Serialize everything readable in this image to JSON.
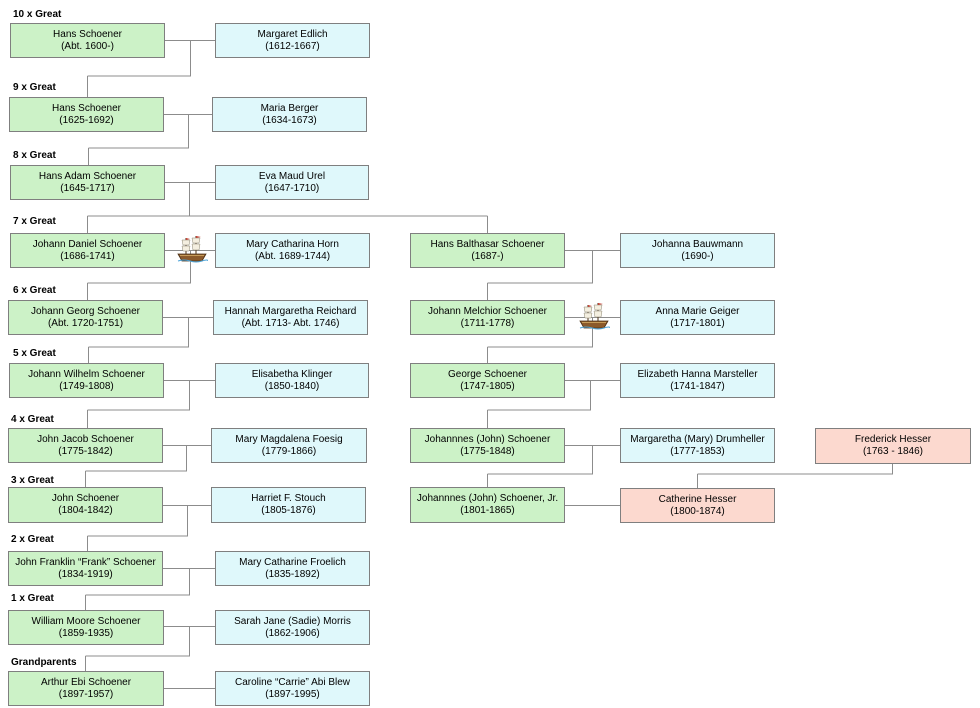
{
  "generations": [
    "10 x Great",
    "9 x Great",
    "8 x Great",
    "7 x Great",
    "6 x Great",
    "5 x Great",
    "4 x Great",
    "3 x Great",
    "2 x Great",
    "1 x Great",
    "Grandparents"
  ],
  "people": {
    "p10a": {
      "name": "Hans Schoener",
      "dates": "(Abt. 1600-)"
    },
    "p10b": {
      "name": "Margaret Edlich",
      "dates": "(1612-1667)"
    },
    "p9a": {
      "name": "Hans Schoener",
      "dates": "(1625-1692)"
    },
    "p9b": {
      "name": "Maria Berger",
      "dates": "(1634-1673)"
    },
    "p8a": {
      "name": "Hans Adam Schoener",
      "dates": "(1645-1717)"
    },
    "p8b": {
      "name": "Eva Maud Urel",
      "dates": "(1647-1710)"
    },
    "p7a": {
      "name": "Johann Daniel Schoener",
      "dates": "(1686-1741)"
    },
    "p7b": {
      "name": "Mary Catharina Horn",
      "dates": "(Abt. 1689-1744)"
    },
    "p7c": {
      "name": "Hans Balthasar Schoener",
      "dates": "(1687-)"
    },
    "p7d": {
      "name": "Johanna Bauwmann",
      "dates": "(1690-)"
    },
    "p6a": {
      "name": "Johann Georg Schoener",
      "dates": "(Abt. 1720-1751)"
    },
    "p6b": {
      "name": "Hannah Margaretha Reichard",
      "dates": "(Abt. 1713- Abt. 1746)"
    },
    "p6c": {
      "name": "Johann Melchior Schoener",
      "dates": "(1711-1778)"
    },
    "p6d": {
      "name": "Anna Marie Geiger",
      "dates": "(1717-1801)"
    },
    "p5a": {
      "name": "Johann Wilhelm Schoener",
      "dates": "(1749-1808)"
    },
    "p5b": {
      "name": "Elisabetha Klinger",
      "dates": "(1850-1840)"
    },
    "p5c": {
      "name": "George Schoener",
      "dates": "(1747-1805)"
    },
    "p5d": {
      "name": "Elizabeth Hanna Marsteller",
      "dates": "(1741-1847)"
    },
    "p4a": {
      "name": "John Jacob Schoener",
      "dates": "(1775-1842)"
    },
    "p4b": {
      "name": "Mary Magdalena Foesig",
      "dates": "(1779-1866)"
    },
    "p4c": {
      "name": "Johannnes (John) Schoener",
      "dates": "(1775-1848)"
    },
    "p4d": {
      "name": "Margaretha (Mary) Drumheller",
      "dates": "(1777-1853)"
    },
    "p4e": {
      "name": "Frederick Hesser",
      "dates": "(1763 - 1846)"
    },
    "p3a": {
      "name": "John Schoener",
      "dates": "(1804-1842)"
    },
    "p3b": {
      "name": "Harriet F. Stouch",
      "dates": "(1805-1876)"
    },
    "p3c": {
      "name": "Johannnes (John) Schoener, Jr.",
      "dates": "(1801-1865)"
    },
    "p3d": {
      "name": "Catherine Hesser",
      "dates": "(1800-1874)"
    },
    "p2a": {
      "name": "John Franklin “Frank” Schoener",
      "dates": "(1834-1919)"
    },
    "p2b": {
      "name": "Mary Catharine Froelich",
      "dates": "(1835-1892)"
    },
    "p1a": {
      "name": "William Moore Schoener",
      "dates": "(1859-1935)"
    },
    "p1b": {
      "name": "Sarah Jane (Sadie) Morris",
      "dates": "(1862-1906)"
    },
    "p0a": {
      "name": "Arthur Ebi Schoener",
      "dates": "(1897-1957)"
    },
    "p0b": {
      "name": "Caroline “Carrie” Abi Blew",
      "dates": "(1897-1995)"
    }
  },
  "colors": {
    "schoener_line": "#ccf2c7",
    "spouse": "#dff8fb",
    "hesser_line": "#fcd9cf",
    "connector": "#8c8c8c"
  },
  "icons": {
    "immigrant_marker": "sailing-ship-icon"
  }
}
